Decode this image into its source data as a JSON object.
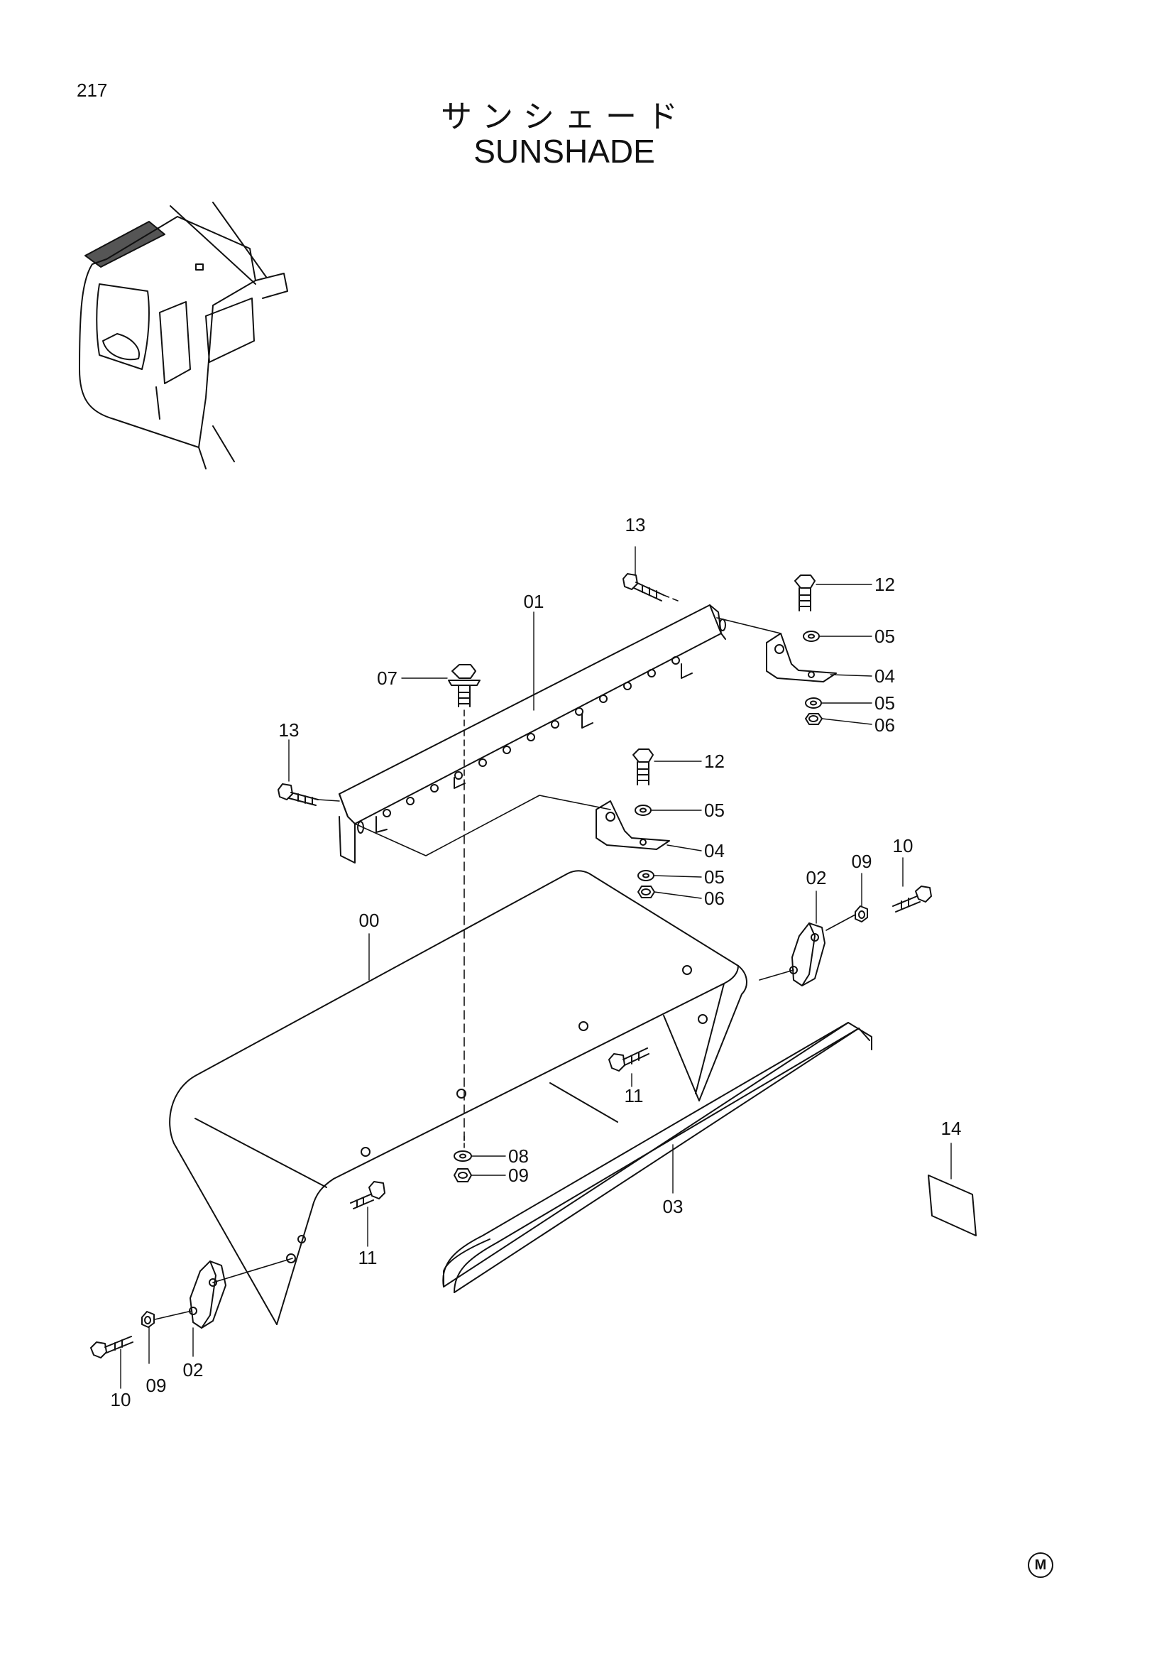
{
  "page_number": "217",
  "title_jp": "サンシェード",
  "title_en": "SUNSHADE",
  "callouts": [
    {
      "id": "c-13-top",
      "label": "13"
    },
    {
      "id": "c-12-top",
      "label": "12"
    },
    {
      "id": "c-01",
      "label": "01"
    },
    {
      "id": "c-05-a",
      "label": "05"
    },
    {
      "id": "c-04-a",
      "label": "04"
    },
    {
      "id": "c-07",
      "label": "07"
    },
    {
      "id": "c-05-b",
      "label": "05"
    },
    {
      "id": "c-06-a",
      "label": "06"
    },
    {
      "id": "c-13-left",
      "label": "13"
    },
    {
      "id": "c-12-mid",
      "label": "12"
    },
    {
      "id": "c-05-c",
      "label": "05"
    },
    {
      "id": "c-04-b",
      "label": "04"
    },
    {
      "id": "c-05-d",
      "label": "05"
    },
    {
      "id": "c-06-b",
      "label": "06"
    },
    {
      "id": "c-00",
      "label": "00"
    },
    {
      "id": "c-02-right",
      "label": "02"
    },
    {
      "id": "c-09-right",
      "label": "09"
    },
    {
      "id": "c-10-right",
      "label": "10"
    },
    {
      "id": "c-11-mid",
      "label": "11"
    },
    {
      "id": "c-14",
      "label": "14"
    },
    {
      "id": "c-08",
      "label": "08"
    },
    {
      "id": "c-09-mid",
      "label": "09"
    },
    {
      "id": "c-03",
      "label": "03"
    },
    {
      "id": "c-11-low",
      "label": "11"
    },
    {
      "id": "c-10-left",
      "label": "10"
    },
    {
      "id": "c-09-left",
      "label": "09"
    },
    {
      "id": "c-02-left",
      "label": "02"
    }
  ],
  "mark": "M"
}
